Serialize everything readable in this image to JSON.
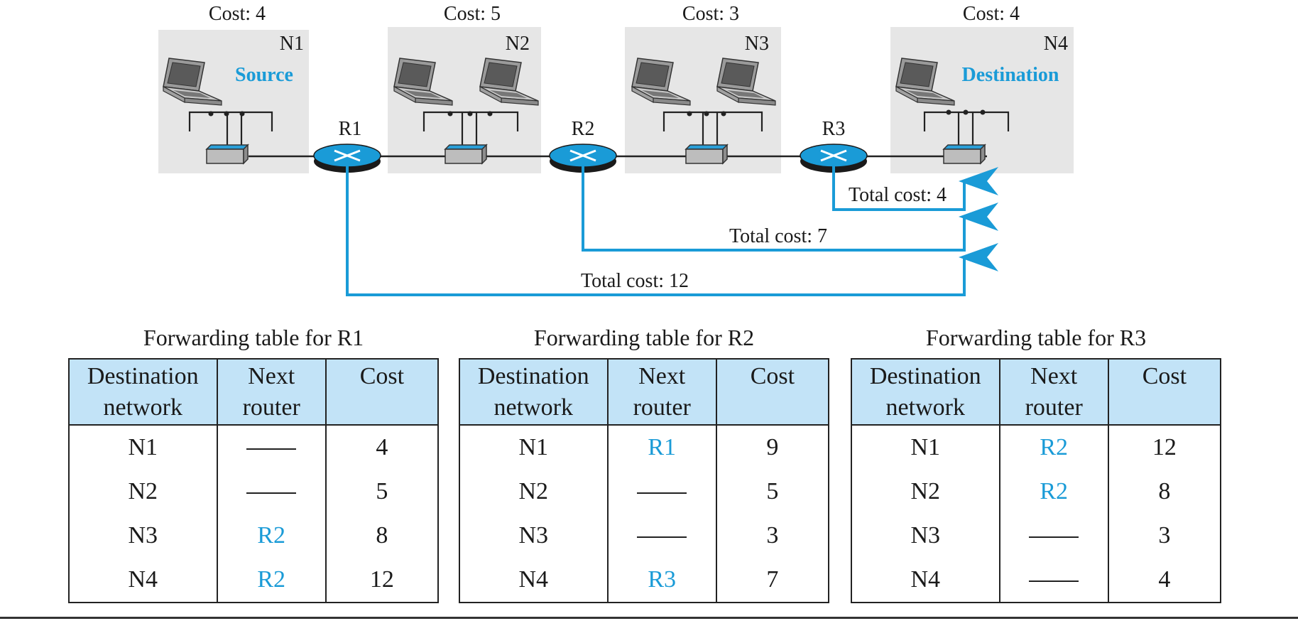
{
  "networks": [
    {
      "id": "N1",
      "cost_label": "Cost: 4",
      "role_label": "Source"
    },
    {
      "id": "N2",
      "cost_label": "Cost: 5",
      "role_label": ""
    },
    {
      "id": "N3",
      "cost_label": "Cost: 3",
      "role_label": ""
    },
    {
      "id": "N4",
      "cost_label": "Cost: 4",
      "role_label": "Destination"
    }
  ],
  "routers": [
    "R1",
    "R2",
    "R3"
  ],
  "paths": [
    {
      "from": "R3",
      "label": "Total cost: 4"
    },
    {
      "from": "R2",
      "label": "Total cost: 7"
    },
    {
      "from": "R1",
      "label": "Total cost: 12"
    }
  ],
  "colors": {
    "accent": "#1a9bd7",
    "lan_bg": "#e6e6e6",
    "table_header_bg": "#c2e3f7",
    "line": "#222222"
  },
  "table_headers": {
    "dest_line1": "Destination",
    "dest_line2": "network",
    "next_line1": "Next",
    "next_line2": "router",
    "cost": "Cost"
  },
  "tables": [
    {
      "title": "Forwarding table for R1",
      "rows": [
        {
          "dest": "N1",
          "next": "",
          "cost": "4"
        },
        {
          "dest": "N2",
          "next": "",
          "cost": "5"
        },
        {
          "dest": "N3",
          "next": "R2",
          "cost": "8"
        },
        {
          "dest": "N4",
          "next": "R2",
          "cost": "12"
        }
      ]
    },
    {
      "title": "Forwarding table for R2",
      "rows": [
        {
          "dest": "N1",
          "next": "R1",
          "cost": "9"
        },
        {
          "dest": "N2",
          "next": "",
          "cost": "5"
        },
        {
          "dest": "N3",
          "next": "",
          "cost": "3"
        },
        {
          "dest": "N4",
          "next": "R3",
          "cost": "7"
        }
      ]
    },
    {
      "title": "Forwarding table for R3",
      "rows": [
        {
          "dest": "N1",
          "next": "R2",
          "cost": "12"
        },
        {
          "dest": "N2",
          "next": "R2",
          "cost": "8"
        },
        {
          "dest": "N3",
          "next": "",
          "cost": "3"
        },
        {
          "dest": "N4",
          "next": "",
          "cost": "4"
        }
      ]
    }
  ]
}
